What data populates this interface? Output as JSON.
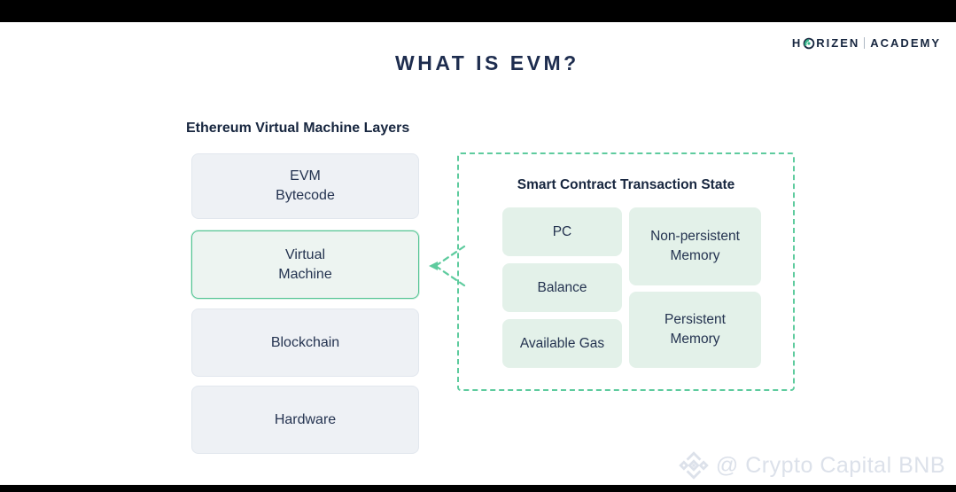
{
  "page": {
    "title": "WHAT IS EVM?",
    "watermark_text": "@ Crypto Capital BNB"
  },
  "logo": {
    "word1_prefix": "H",
    "word1_rest": "RIZEN",
    "word2": "ACADEMY",
    "o_icon": "horizen-o-icon"
  },
  "layers": {
    "heading": "Ethereum Virtual Machine Layers",
    "items": [
      {
        "lines": [
          "EVM",
          "Bytecode"
        ],
        "highlighted": false
      },
      {
        "lines": [
          "Virtual",
          "Machine"
        ],
        "highlighted": true
      },
      {
        "lines": [
          "Blockchain"
        ],
        "highlighted": false
      },
      {
        "lines": [
          "Hardware"
        ],
        "highlighted": false
      }
    ]
  },
  "state_panel": {
    "heading": "Smart Contract Transaction State",
    "left_items": [
      "PC",
      "Balance",
      "Available Gas"
    ],
    "right_items": [
      {
        "lines": [
          "Non-persistent",
          "Memory"
        ]
      },
      {
        "lines": [
          "Persistent",
          "Memory"
        ]
      }
    ]
  },
  "colors": {
    "accent_green": "#5ecb9e",
    "navy_text": "#1e2d4f",
    "layer_box_bg": "#eef1f5",
    "layer_box_border": "#e2e7ee",
    "highlight_border": "#53c493",
    "state_box_bg": "#e3f1e9",
    "watermark_gray": "#dce1ea",
    "letterbox": "#000000"
  }
}
